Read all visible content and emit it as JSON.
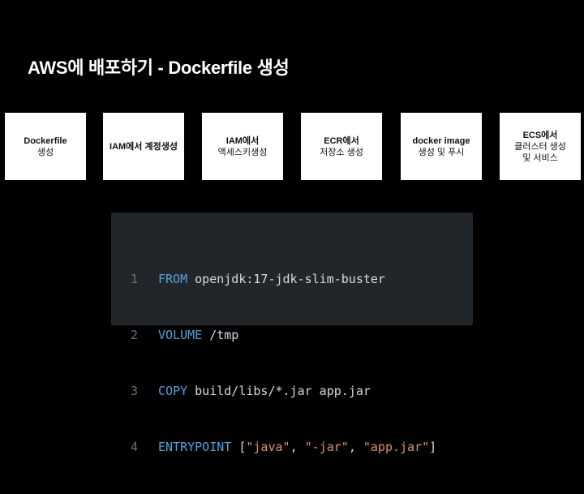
{
  "slide": {
    "title": "AWS에 배포하기 - Dockerfile 생성"
  },
  "steps": [
    {
      "line1": "Dockerfile",
      "line2": "생성",
      "line3": ""
    },
    {
      "line1": "IAM에서 계정생성",
      "line2": "",
      "line3": ""
    },
    {
      "line1": "IAM에서",
      "line2": "액세스키생성",
      "line3": ""
    },
    {
      "line1": "ECR에서",
      "line2": "저장소 생성",
      "line3": ""
    },
    {
      "line1": "docker image",
      "line2": "생성 및 푸시",
      "line3": ""
    },
    {
      "line1": "ECS에서",
      "line2": "클러스터 생성",
      "line3": "및 서비스"
    }
  ],
  "code": {
    "lines": [
      {
        "num": "1",
        "keyword": "FROM",
        "rest": " openjdk:17-jdk-slim-buster"
      },
      {
        "num": "2",
        "keyword": "VOLUME",
        "rest": " /tmp"
      },
      {
        "num": "3",
        "keyword": "COPY",
        "rest": " build/libs/*.jar app.jar"
      },
      {
        "num": "4",
        "keyword": "ENTRYPOINT",
        "rest": " [",
        "s1": "\"java\"",
        "sep1": ", ",
        "s2": "\"-jar\"",
        "sep2": ", ",
        "s3": "\"app.jar\"",
        "end": "]"
      }
    ]
  },
  "colors": {
    "background": "#000000",
    "box": "#ffffff",
    "code_bg": "#22262b",
    "keyword": "#4fa3dd",
    "string": "#e0936a",
    "line_number": "#6b7178"
  }
}
